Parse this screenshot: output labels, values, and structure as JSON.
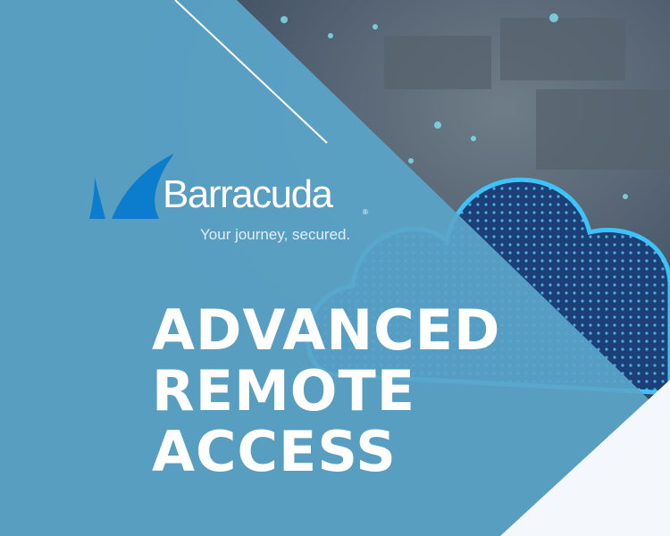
{
  "brand": {
    "name": "Barracuda",
    "registered_mark": "®",
    "tagline": "Your journey, secured.",
    "logo_color": "#0b7dcc"
  },
  "headline": {
    "lines": [
      "ADVANCED",
      "REMOTE",
      "ACCESS"
    ]
  },
  "colors": {
    "panel_blue": "#5aa5c9",
    "background_dark": "#39485a",
    "accent_white": "#f4f7fb",
    "cloud_glow": "#2fb8f0"
  }
}
